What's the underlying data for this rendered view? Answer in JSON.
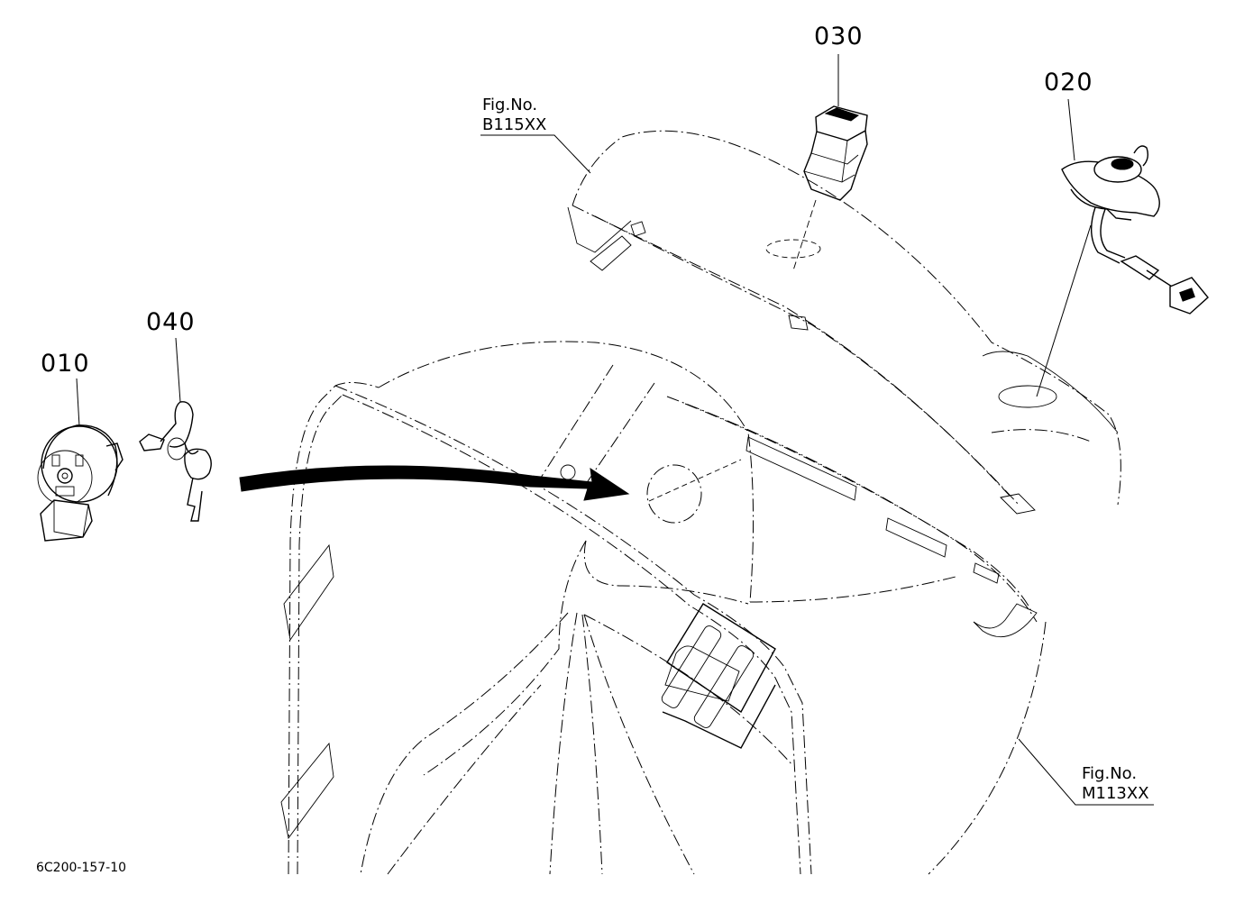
{
  "callouts": {
    "c010": "010",
    "c020": "020",
    "c030": "030",
    "c040": "040"
  },
  "figure_refs": {
    "upper_fig_no": "Fig.No.",
    "upper_code": "B115XX",
    "lower_fig_no": "Fig.No.",
    "lower_code": "M113XX"
  },
  "drawing_id": "6C200-157-10"
}
